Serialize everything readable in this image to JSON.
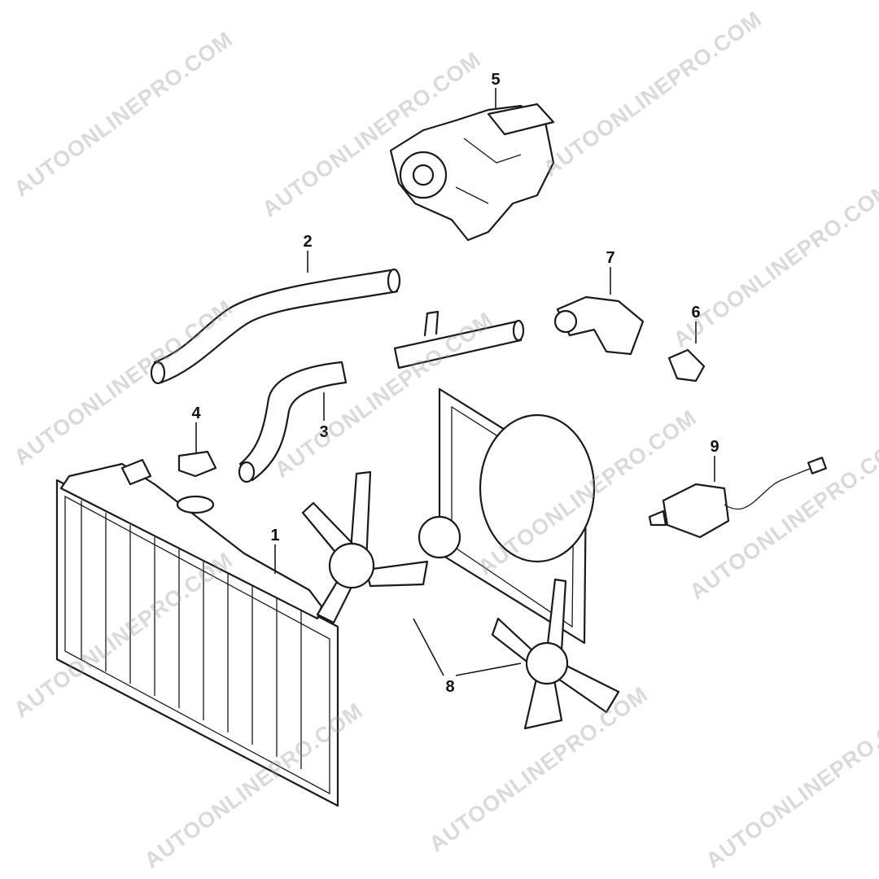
{
  "watermark": "AUTOONLINEPRO.COM",
  "callouts": {
    "c1": "1",
    "c2": "2",
    "c3": "3",
    "c4": "4",
    "c5": "5",
    "c6": "6",
    "c7": "7",
    "c8": "8",
    "c9": "9"
  }
}
